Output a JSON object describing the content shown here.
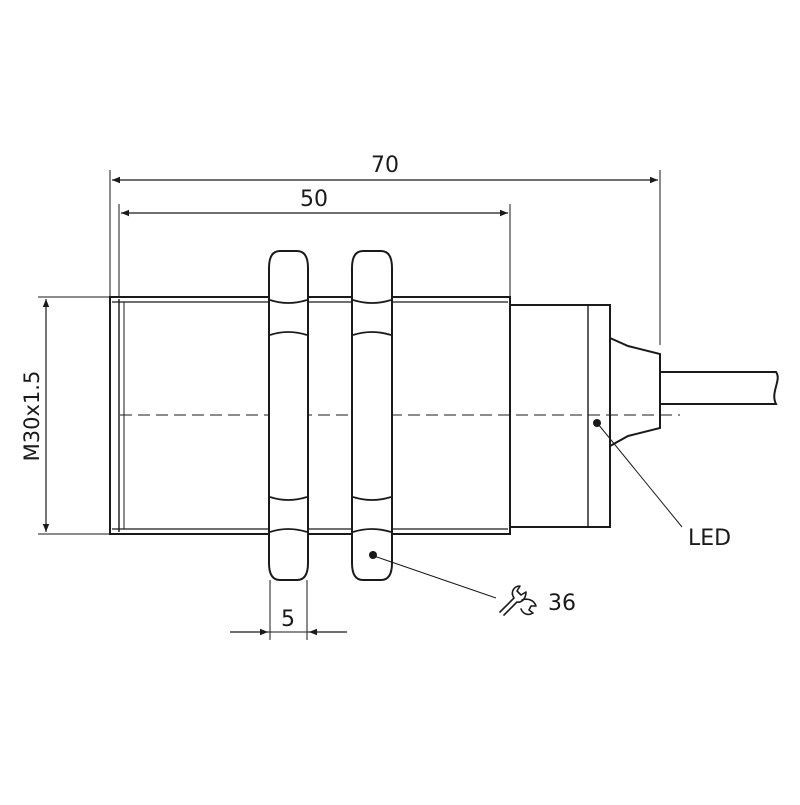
{
  "drawing": {
    "dimensions": {
      "overall_length": "70",
      "thread_length": "50",
      "thread_spec": "M30x1.5",
      "nut_thickness": "5"
    },
    "callouts": {
      "led": "LED",
      "wrench_size": "36"
    },
    "icons": {
      "wrench": "wrench-icon"
    }
  }
}
